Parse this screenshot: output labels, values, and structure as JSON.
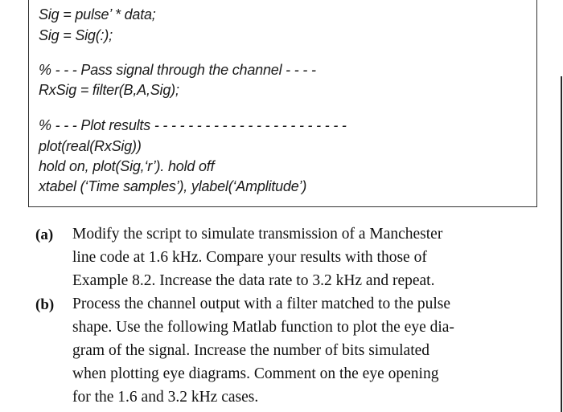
{
  "code_lines": [
    "Sig = pulse’ * data;",
    "Sig = Sig(:);",
    "% - - - Pass signal through the channel - - - -",
    "RxSig = filter(B,A,Sig);",
    "% - - - Plot results - - - - - - - - - - - - - - - - - - - - - - -",
    "plot(real(RxSig))",
    "hold on, plot(Sig,‘r’). hold off",
    "xtabel (‘Time samples’), ylabel(‘Amplitude’)"
  ],
  "questions": [
    {
      "label": "(a)",
      "lines": [
        "Modify the script to simulate transmission of a Manchester",
        "line code at 1.6 kHz. Compare your results with those of",
        "Example 8.2. Increase the data rate to 3.2 kHz and repeat."
      ]
    },
    {
      "label": "(b)",
      "lines": [
        "Process the channel output with a filter matched to the pulse",
        "shape. Use the following Matlab function to plot the eye dia-",
        "gram of the signal. Increase the number of bits simulated",
        "when plotting eye diagrams. Comment on the eye opening",
        "for the 1.6 and 3.2 kHz cases."
      ]
    }
  ]
}
